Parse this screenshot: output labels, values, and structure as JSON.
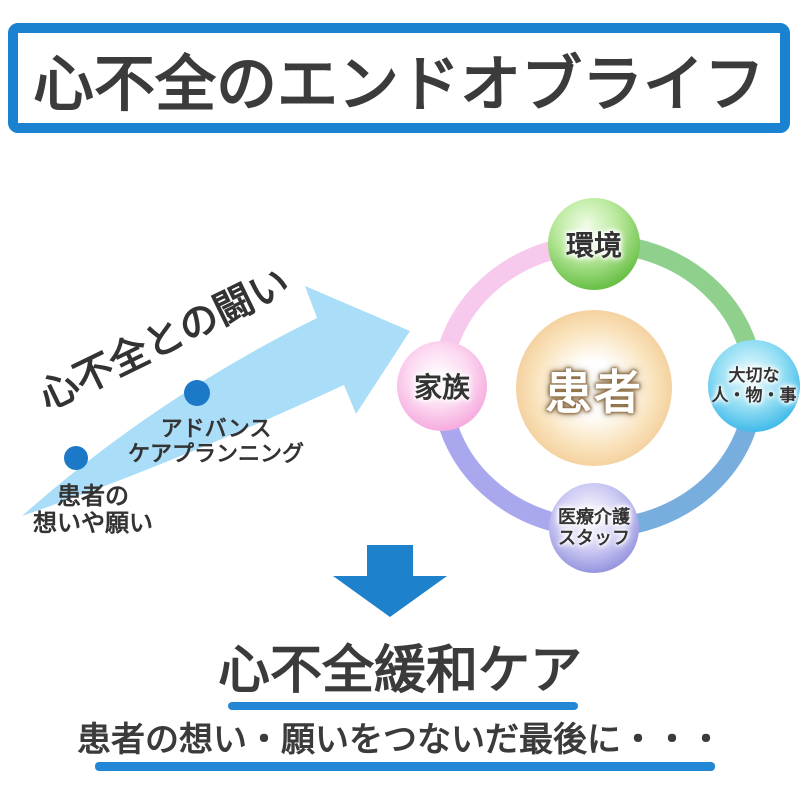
{
  "title": "心不全のエンドオブライフ",
  "journey": {
    "arrow_label": "心不全との闘い",
    "milestone_1": {
      "line1": "患者の",
      "line2": "想いや願い"
    },
    "milestone_2": {
      "line1": "アドバンス",
      "line2": "ケアプランニング"
    }
  },
  "circle_diagram": {
    "center_label": "患者",
    "top_label": "環境",
    "left_label": "家族",
    "right_label_line1": "大切な",
    "right_label_line2": "人・物・事",
    "bottom_label_line1": "医療介護",
    "bottom_label_line2": "スタッフ"
  },
  "conclusion": {
    "heading": "心不全緩和ケア",
    "subtitle": "患者の想い・願いをつないだ最後に・・・"
  },
  "colors": {
    "title_border_blue": "#1a82d0",
    "underline_blue": "#2288d5",
    "down_arrow_blue": "#1e81cb",
    "swoosh_blue": "#a9ddf8",
    "dot_blue": "#1b79c8",
    "ring_pink": "#f7c9ec",
    "ring_green": "#8fd08c",
    "ring_blue": "#78aede",
    "ring_purple": "#a9a7ee",
    "bubble_green": "#5eba3b",
    "bubble_pink": "#f49ad8",
    "bubble_cyan": "#27aee6",
    "bubble_periwinkle": "#7f7fd6",
    "bubble_orange": "#f0c287",
    "text_dark": "#3b3b3b"
  }
}
